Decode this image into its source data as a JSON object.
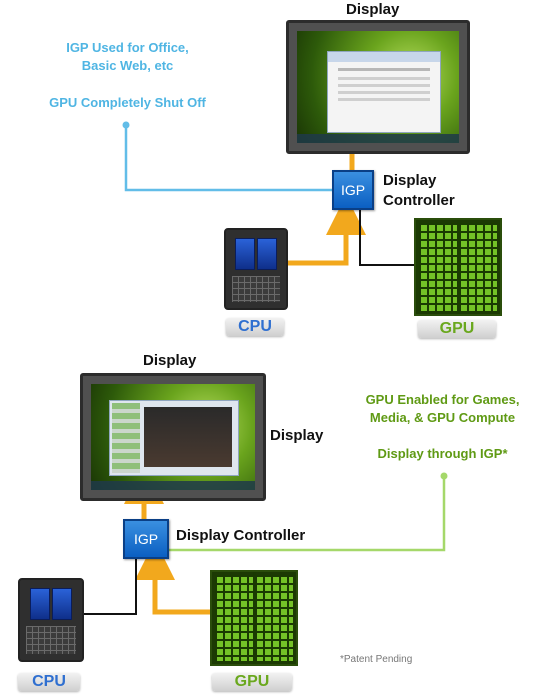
{
  "top": {
    "display_title": "Display",
    "note_line1": "IGP Used for Office,",
    "note_line2": "Basic Web, etc",
    "note_line3": "GPU Completely Shut Off",
    "igp_label": "IGP",
    "controller_line1": "Display",
    "controller_line2": "Controller",
    "cpu_label": "CPU",
    "gpu_label": "GPU"
  },
  "bottom": {
    "display_title": "Display",
    "display_side_label": "Display",
    "note_line1": "GPU Enabled for Games,",
    "note_line2": "Media, & GPU Compute",
    "note_line3": "Display through IGP*",
    "igp_label": "IGP",
    "controller_label": "Display Controller",
    "cpu_label": "CPU",
    "gpu_label": "GPU",
    "footnote": "*Patent Pending"
  },
  "colors": {
    "arrow": "#f2a81d",
    "blue_line": "#62bde8",
    "green_line": "#a5d86a",
    "black_line": "#111111"
  }
}
